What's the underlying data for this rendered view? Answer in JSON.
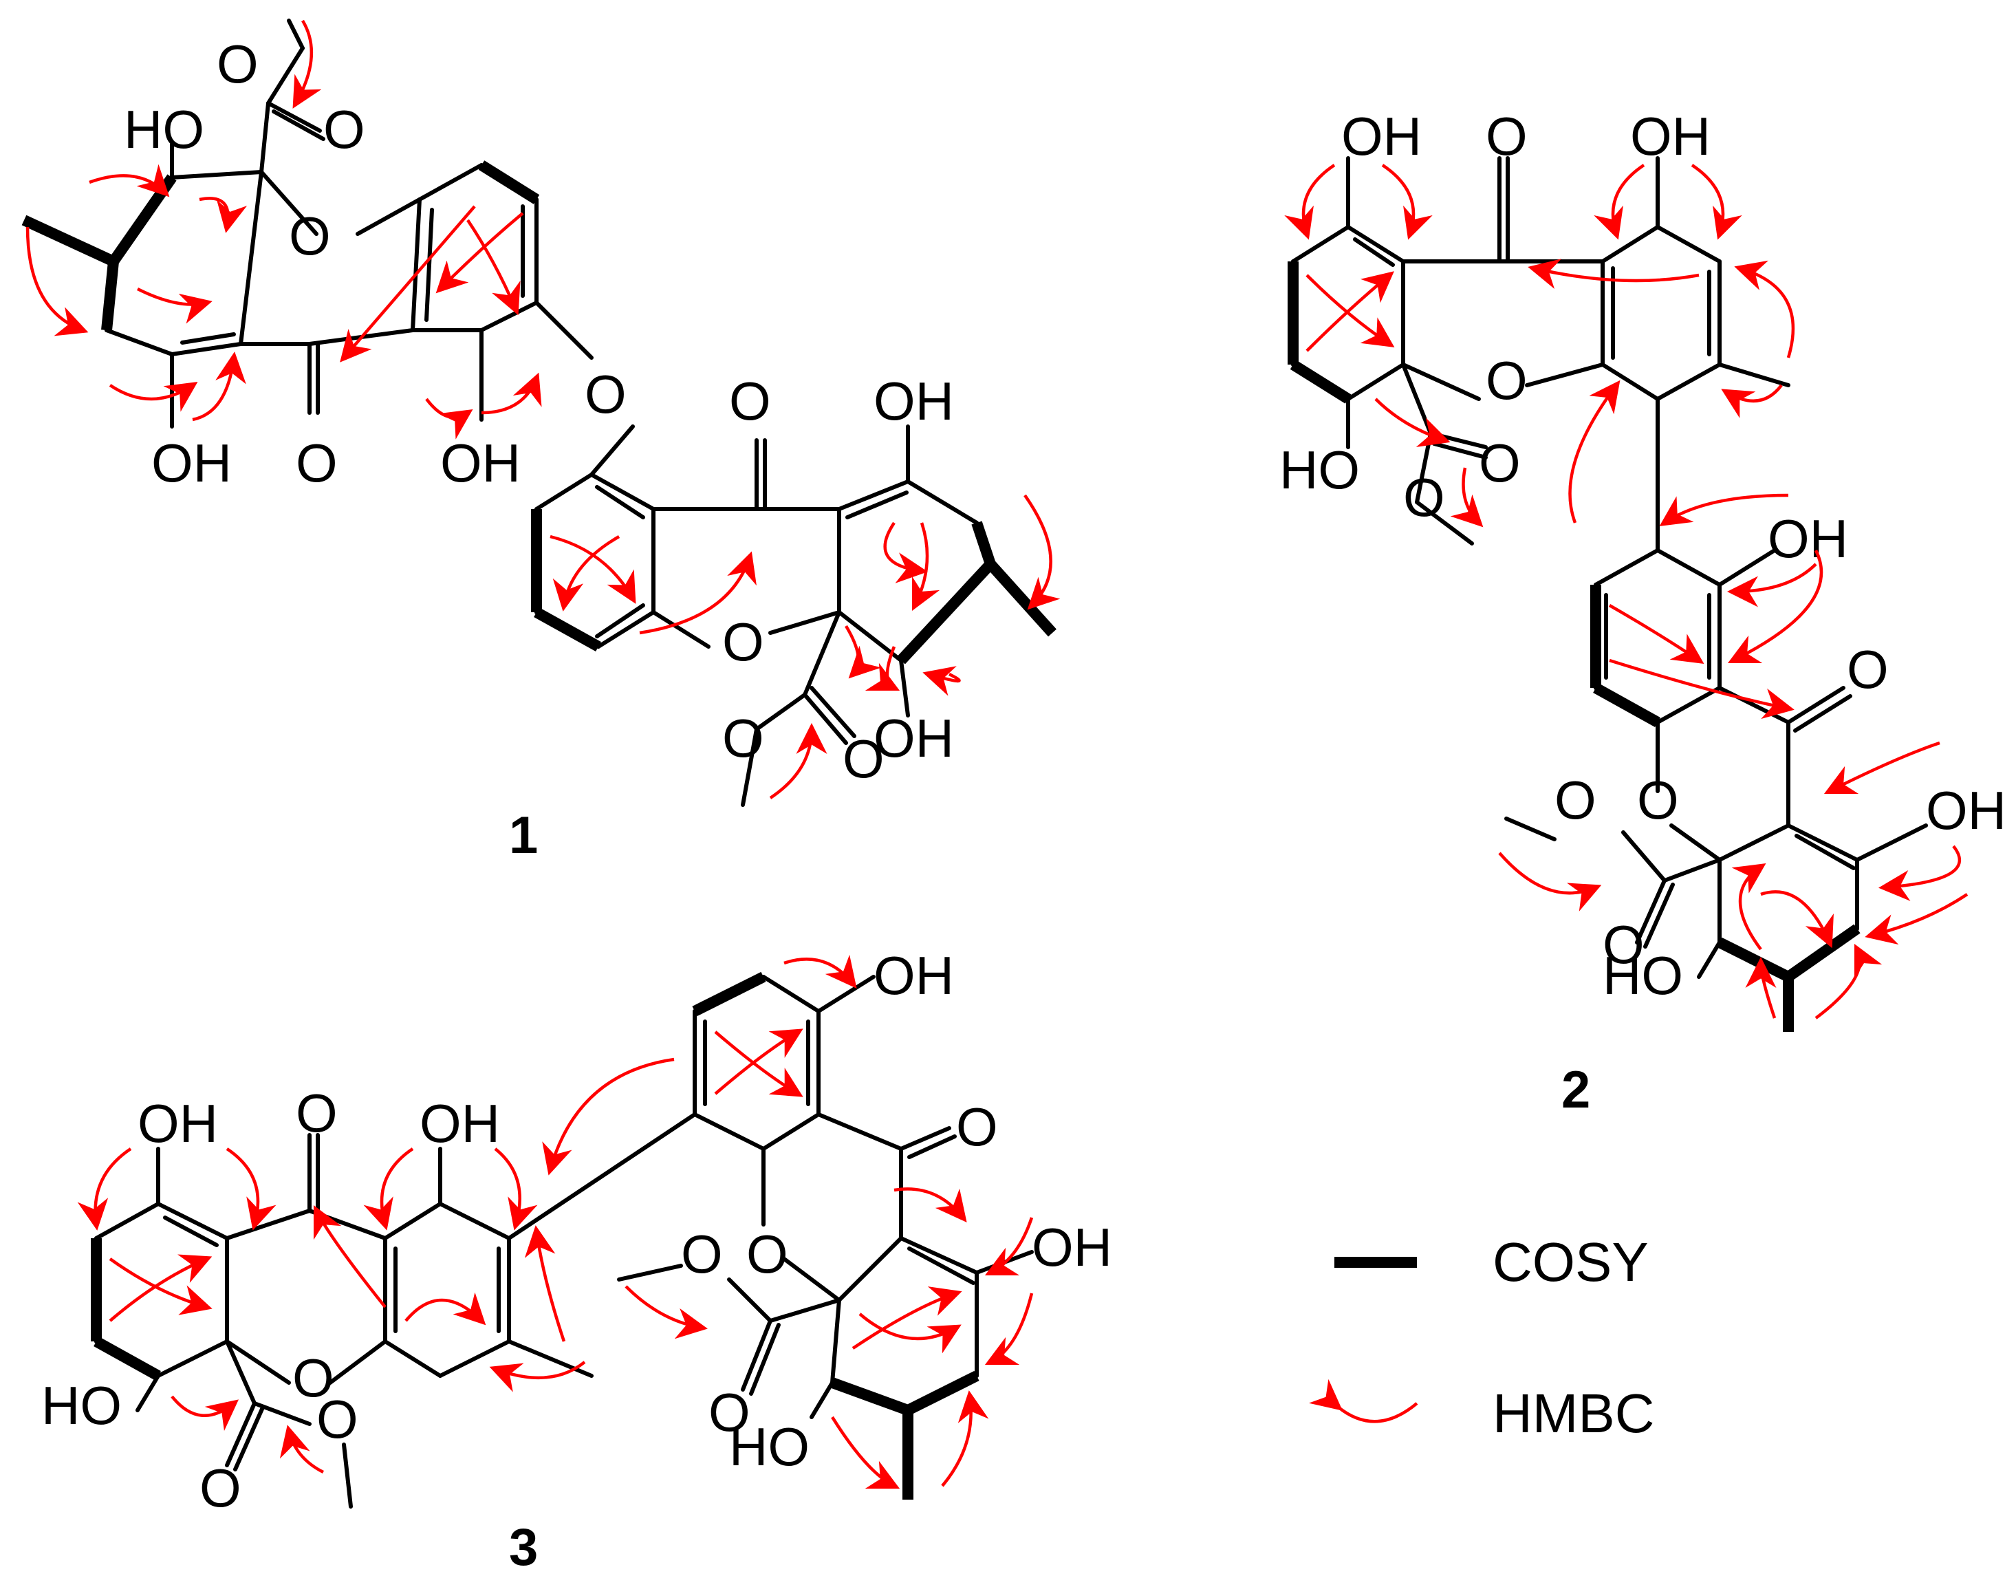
{
  "compounds": [
    {
      "id": "1",
      "label": "1"
    },
    {
      "id": "2",
      "label": "2"
    },
    {
      "id": "3",
      "label": "3"
    }
  ],
  "atom_labels": {
    "hydroxyl": "OH",
    "hydroxyl_left": "HO",
    "oxygen": "O"
  },
  "legend": {
    "cosy": "COSY",
    "hmbc": "HMBC"
  },
  "colors": {
    "bond": "#000000",
    "hmbc_arrow": "#ff0000",
    "background": "#ffffff"
  }
}
